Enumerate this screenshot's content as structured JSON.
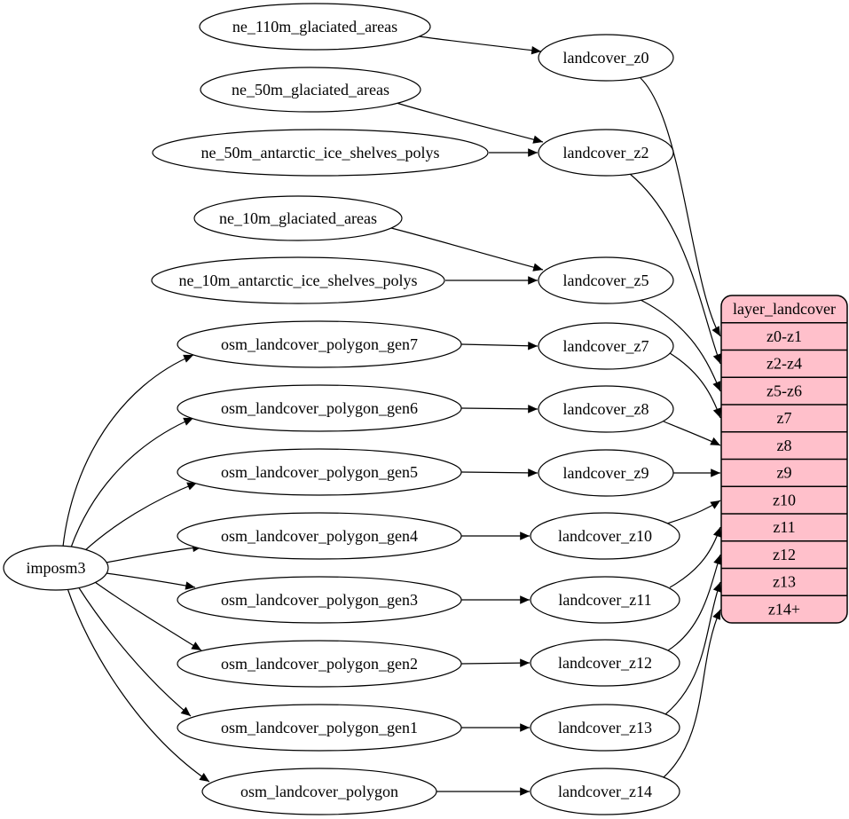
{
  "nodes": {
    "imposm3": "imposm3",
    "ne_110m_glaciated_areas": "ne_110m_glaciated_areas",
    "ne_50m_glaciated_areas": "ne_50m_glaciated_areas",
    "ne_50m_antarctic_ice_shelves_polys": "ne_50m_antarctic_ice_shelves_polys",
    "ne_10m_glaciated_areas": "ne_10m_glaciated_areas",
    "ne_10m_antarctic_ice_shelves_polys": "ne_10m_antarctic_ice_shelves_polys",
    "osm_landcover_polygon_gen7": "osm_landcover_polygon_gen7",
    "osm_landcover_polygon_gen6": "osm_landcover_polygon_gen6",
    "osm_landcover_polygon_gen5": "osm_landcover_polygon_gen5",
    "osm_landcover_polygon_gen4": "osm_landcover_polygon_gen4",
    "osm_landcover_polygon_gen3": "osm_landcover_polygon_gen3",
    "osm_landcover_polygon_gen2": "osm_landcover_polygon_gen2",
    "osm_landcover_polygon_gen1": "osm_landcover_polygon_gen1",
    "osm_landcover_polygon": "osm_landcover_polygon",
    "landcover_z0": "landcover_z0",
    "landcover_z2": "landcover_z2",
    "landcover_z5": "landcover_z5",
    "landcover_z7": "landcover_z7",
    "landcover_z8": "landcover_z8",
    "landcover_z9": "landcover_z9",
    "landcover_z10": "landcover_z10",
    "landcover_z11": "landcover_z11",
    "landcover_z12": "landcover_z12",
    "landcover_z13": "landcover_z13",
    "landcover_z14": "landcover_z14"
  },
  "table": {
    "title": "layer_landcover",
    "rows": [
      "z0-z1",
      "z2-z4",
      "z5-z6",
      "z7",
      "z8",
      "z9",
      "z10",
      "z11",
      "z12",
      "z13",
      "z14+"
    ]
  },
  "colors": {
    "table_fill": "#ffc0cb",
    "edge": "#000000",
    "node_fill": "#ffffff",
    "background": "#ffffff"
  }
}
